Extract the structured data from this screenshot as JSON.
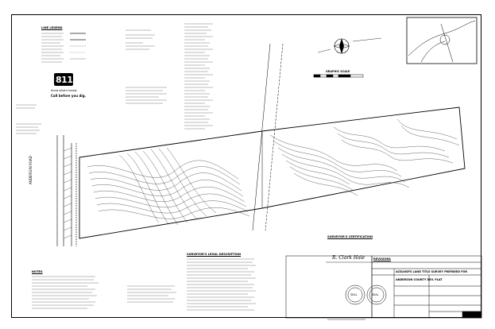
{
  "left_notes": {
    "header": "LINE LEGEND",
    "one_call_number": "811",
    "one_call_line1": "Know what's below.",
    "one_call_line2": "Call before you dig."
  },
  "graphic_scale": {
    "label": "GRAPHIC SCALE"
  },
  "road_label": "ANDERSON ROAD",
  "notes_header": "NOTES",
  "legal_header": "SURVEYOR'S LEGAL DESCRIPTION",
  "cert_header": "SURVEYOR'S CERTIFICATION",
  "signature_text": "R. Clark Hale",
  "title_block": {
    "revisions_header": "REVISIONS",
    "firm_line": "ALTA/NSPS LAND TITLE SURVEY PREPARED FOR",
    "project_line": "ANDERSON COUNTY DEV. PLAT",
    "seal_left": "SEAL",
    "seal_right": "SEAL"
  },
  "colors": {
    "ink": "#000000",
    "paper": "#ffffff"
  }
}
